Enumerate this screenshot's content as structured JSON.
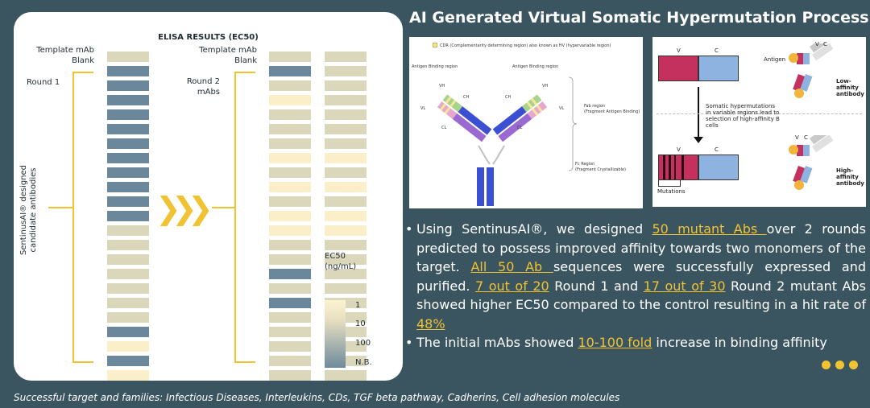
{
  "elisa": {
    "title": "ELISA RESULTS (EC50)",
    "template_label_1": "Template mAb",
    "blank_label_1": "Blank",
    "round1_label": "Round 1",
    "template_label_2": "Template mAb",
    "blank_label_2": "Blank",
    "round2_label_1": "Round 2",
    "round2_label_2": "mAbs",
    "vertical_label_1": "SentinusAI® designed",
    "vertical_label_2": "candidate antibodies",
    "legend_title_1": "EC50",
    "legend_title_2": "(ng/mL)",
    "legend_ticks": [
      "1",
      "10",
      "100",
      "N.B."
    ],
    "column1": [
      "b",
      "s",
      "s",
      "s",
      "s",
      "s",
      "s",
      "s",
      "s",
      "s",
      "s",
      "s",
      "b",
      "b",
      "b",
      "b",
      "b",
      "b",
      "b",
      "s",
      "l",
      "s",
      "l"
    ],
    "column2": [
      "b",
      "s",
      "b",
      "l",
      "b",
      "b",
      "b",
      "l",
      "b",
      "l",
      "b",
      "l",
      "l",
      "b",
      "b",
      "s",
      "b",
      "s",
      "b",
      "b",
      "b",
      "b",
      "b"
    ],
    "column3": [
      "b",
      "b",
      "b",
      "b",
      "b",
      "b",
      "b",
      "l",
      "b",
      "l",
      "b",
      "l",
      "l",
      "b",
      "b",
      "b",
      "b",
      "b",
      "b",
      "b",
      "b",
      "b",
      "b"
    ],
    "colors": {
      "blank": "#dbd7bb",
      "strong": "#6a879b",
      "light": "#faefc8",
      "accent": "#f1c232"
    }
  },
  "header": {
    "title": "AI Generated Virtual Somatic Hypermutation Process"
  },
  "fig1": {
    "cdr_legend": "CDR (Complementarity determining region) also known as HV (hypervariable region)",
    "antigen_left": "Antigen Binding region",
    "antigen_right": "Antigen Binding region",
    "vh_left": "VH",
    "vl_left": "VL",
    "ch_left": "CH",
    "cl_left": "CL",
    "vh_right": "VH",
    "vl_right": "VL",
    "ch_right": "CH",
    "cl_right": "CL",
    "fab_1": "Fab region",
    "fab_2": "(Fragment Antigen Binding)",
    "fc_1": "Fc Region",
    "fc_2": "(Fragment Crystallizable)"
  },
  "fig2": {
    "v_top": "V",
    "c_top": "C",
    "antigen": "Antigen",
    "v_ab1": "V",
    "c_ab1": "C",
    "low_1": "Low-",
    "low_2": "affinity",
    "low_3": "antibody",
    "mut_1": "Somatic hypermutations",
    "mut_2": "in variable regions lead to",
    "mut_3": "selection of high-affinity B",
    "mut_4": "cells",
    "v_bottom": "V",
    "c_bottom": "C",
    "mutations": "Mutations",
    "v_ab2": "V",
    "c_ab2": "C",
    "high_1": "High-",
    "high_2": "affinity",
    "high_3": "antibody"
  },
  "bullets": {
    "b1_p1": "Using SentinusAI®, we designed ",
    "b1_h1": "50 mutant Abs ",
    "b1_p2": "over 2 rounds predicted to possess improved affinity towards two monomers of the target. ",
    "b1_h2": "All 50 Ab ",
    "b1_p3": "sequences were successfully expressed and purified. ",
    "b1_h3": "7 out of 20",
    "b1_p4": " Round 1 and ",
    "b1_h4": "17 out of 30",
    "b1_p5": " Round 2 mutant Abs showed higher EC50 compared to the control resulting in a hit rate of ",
    "b1_h5": "48%",
    "b2_p1": "The initial mAbs showed ",
    "b2_h1": "10-100 fold",
    "b2_p2": " increase in binding affinity"
  },
  "footer": {
    "text": "Successful target and families: Infectious Diseases, Interleukins, CDs, TGF beta pathway, Cadherins, Cell adhesion molecules"
  }
}
